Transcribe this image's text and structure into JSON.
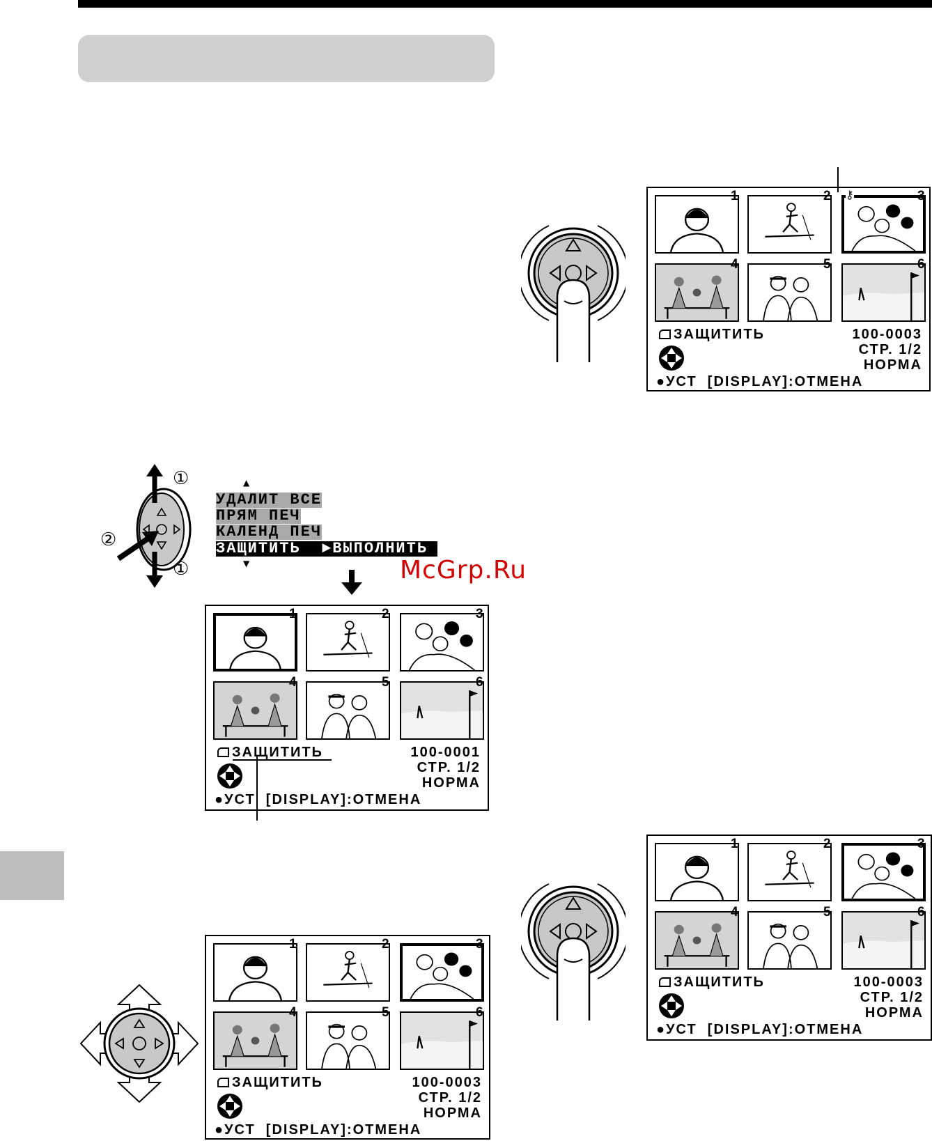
{
  "watermark": "McGrp.Ru",
  "thumb_numbers": [
    "1",
    "2",
    "3",
    "4",
    "5",
    "6"
  ],
  "screens": [
    {
      "name": "screen-top-right",
      "label": "ЗАЩИТИТЬ",
      "file": "100-0003",
      "page": "СТР. 1/2",
      "quality": "НОРМА",
      "footer": "●УСТ  [DISPLAY]:ОТМЕНА",
      "selected": 3,
      "protected": 3
    },
    {
      "name": "screen-middle",
      "label": "ЗАЩИТИТЬ",
      "file": "100-0001",
      "page": "СТР. 1/2",
      "quality": "НОРМА",
      "footer": "●УСТ  [DISPLAY]:ОТМЕНА",
      "selected": 1,
      "protected": 0
    },
    {
      "name": "screen-bottom-left",
      "label": "ЗАЩИТИТЬ",
      "file": "100-0003",
      "page": "СТР. 1/2",
      "quality": "НОРМА",
      "footer": "●УСТ  [DISPLAY]:ОТМЕНА",
      "selected": 3,
      "protected": 0
    },
    {
      "name": "screen-bottom-right",
      "label": "ЗАЩИТИТЬ",
      "file": "100-0003",
      "page": "СТР. 1/2",
      "quality": "НОРМА",
      "footer": "●УСТ  [DISPLAY]:ОТМЕНА",
      "selected": 3,
      "protected": 0
    }
  ],
  "menu": {
    "items": [
      "УДАЛИТ ВСЕ",
      "ПРЯМ ПЕЧ",
      "КАЛЕНД ПЕЧ",
      "ЗАЩИТИТЬ  ►ВЫПОЛНИТЬ"
    ]
  },
  "step_marks": {
    "one": "①",
    "two": "②"
  },
  "colors": {
    "header_gray": "#cfcfcf",
    "menu_gray": "#a9a9a9",
    "thumb_shade": "#d4d4d4",
    "watermark": "#d00000"
  }
}
